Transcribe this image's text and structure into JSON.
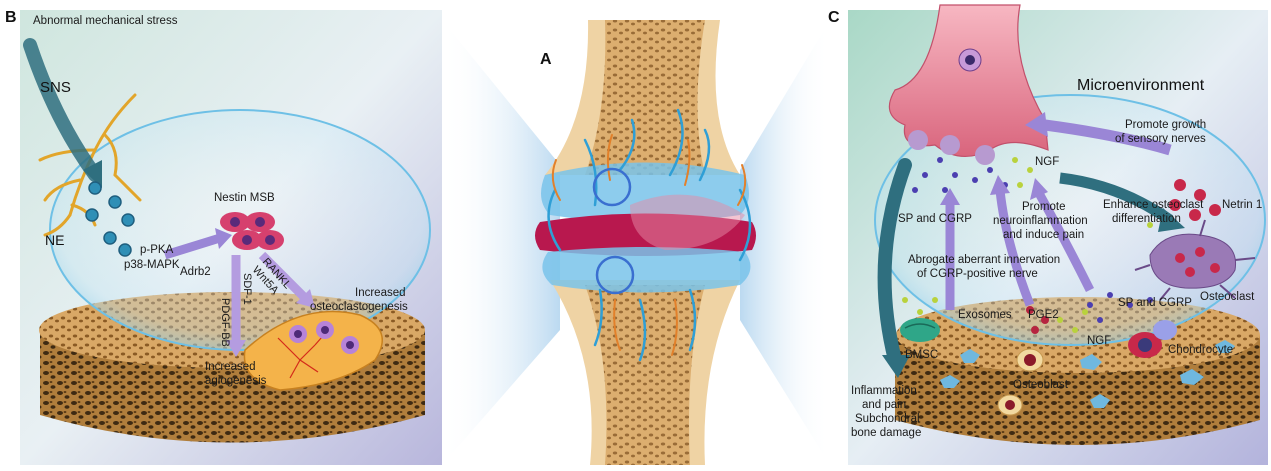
{
  "panel_letters": {
    "a": "A",
    "b": "B",
    "c": "C"
  },
  "panel_b": {
    "stress": "Abnormal mechanical stress",
    "sns": "SNS",
    "ne": "NE",
    "ppka": "p-PKA",
    "p38": "p38-MAPK",
    "adrb2": "Adrb2",
    "nestin": "Nestin MSB",
    "rankl": "RANKL",
    "wnt": "Wnt5A",
    "pdgf": "PDGF-BB",
    "sdf": "SDF-1",
    "osteo_line1": "Increased",
    "osteo_line2": "osteoclastogenesis",
    "angio_line1": "Increased",
    "angio_line2": "agiogenesis"
  },
  "panel_c": {
    "micro": "Microenvironment",
    "promote_growth_1": "Promote growth",
    "promote_growth_2": "of sensory nerves",
    "ngf_top": "NGF",
    "enhance_1": "Enhance osteoclast",
    "enhance_2": "differentiation",
    "netrin": "Netrin 1",
    "sp_cgrp_left": "SP and CGRP",
    "neuro_1": "Promote",
    "neuro_2": "neuroinflammation",
    "neuro_3": "and induce pain",
    "abrogate_1": "Abrogate aberrant innervation",
    "abrogate_2": "of CGRP-positive nerve",
    "osteoclast": "Osteoclast",
    "exosomes": "Exosomes",
    "pge2": "PGE2",
    "sp_cgrp_right": "SP and CGRP",
    "bmsc": "BMSC",
    "ngf_bottom": "NGF",
    "chondrocyte": "Chondrocyte",
    "osteoblast": "Osteoblast",
    "inflam_1": "Inflammation",
    "inflam_2": "and pain",
    "inflam_3": "Subchondral",
    "inflam_4": "bone damage"
  },
  "colors": {
    "arrow_purple": "#9a86d6",
    "arrow_teal": "#2f6f7f",
    "bone": "#c8a267",
    "nerve": "#e2a52a",
    "vessel": "#2f9fd6",
    "cartilage": "#b8184e",
    "sensory_neuron": "#e8869a"
  }
}
